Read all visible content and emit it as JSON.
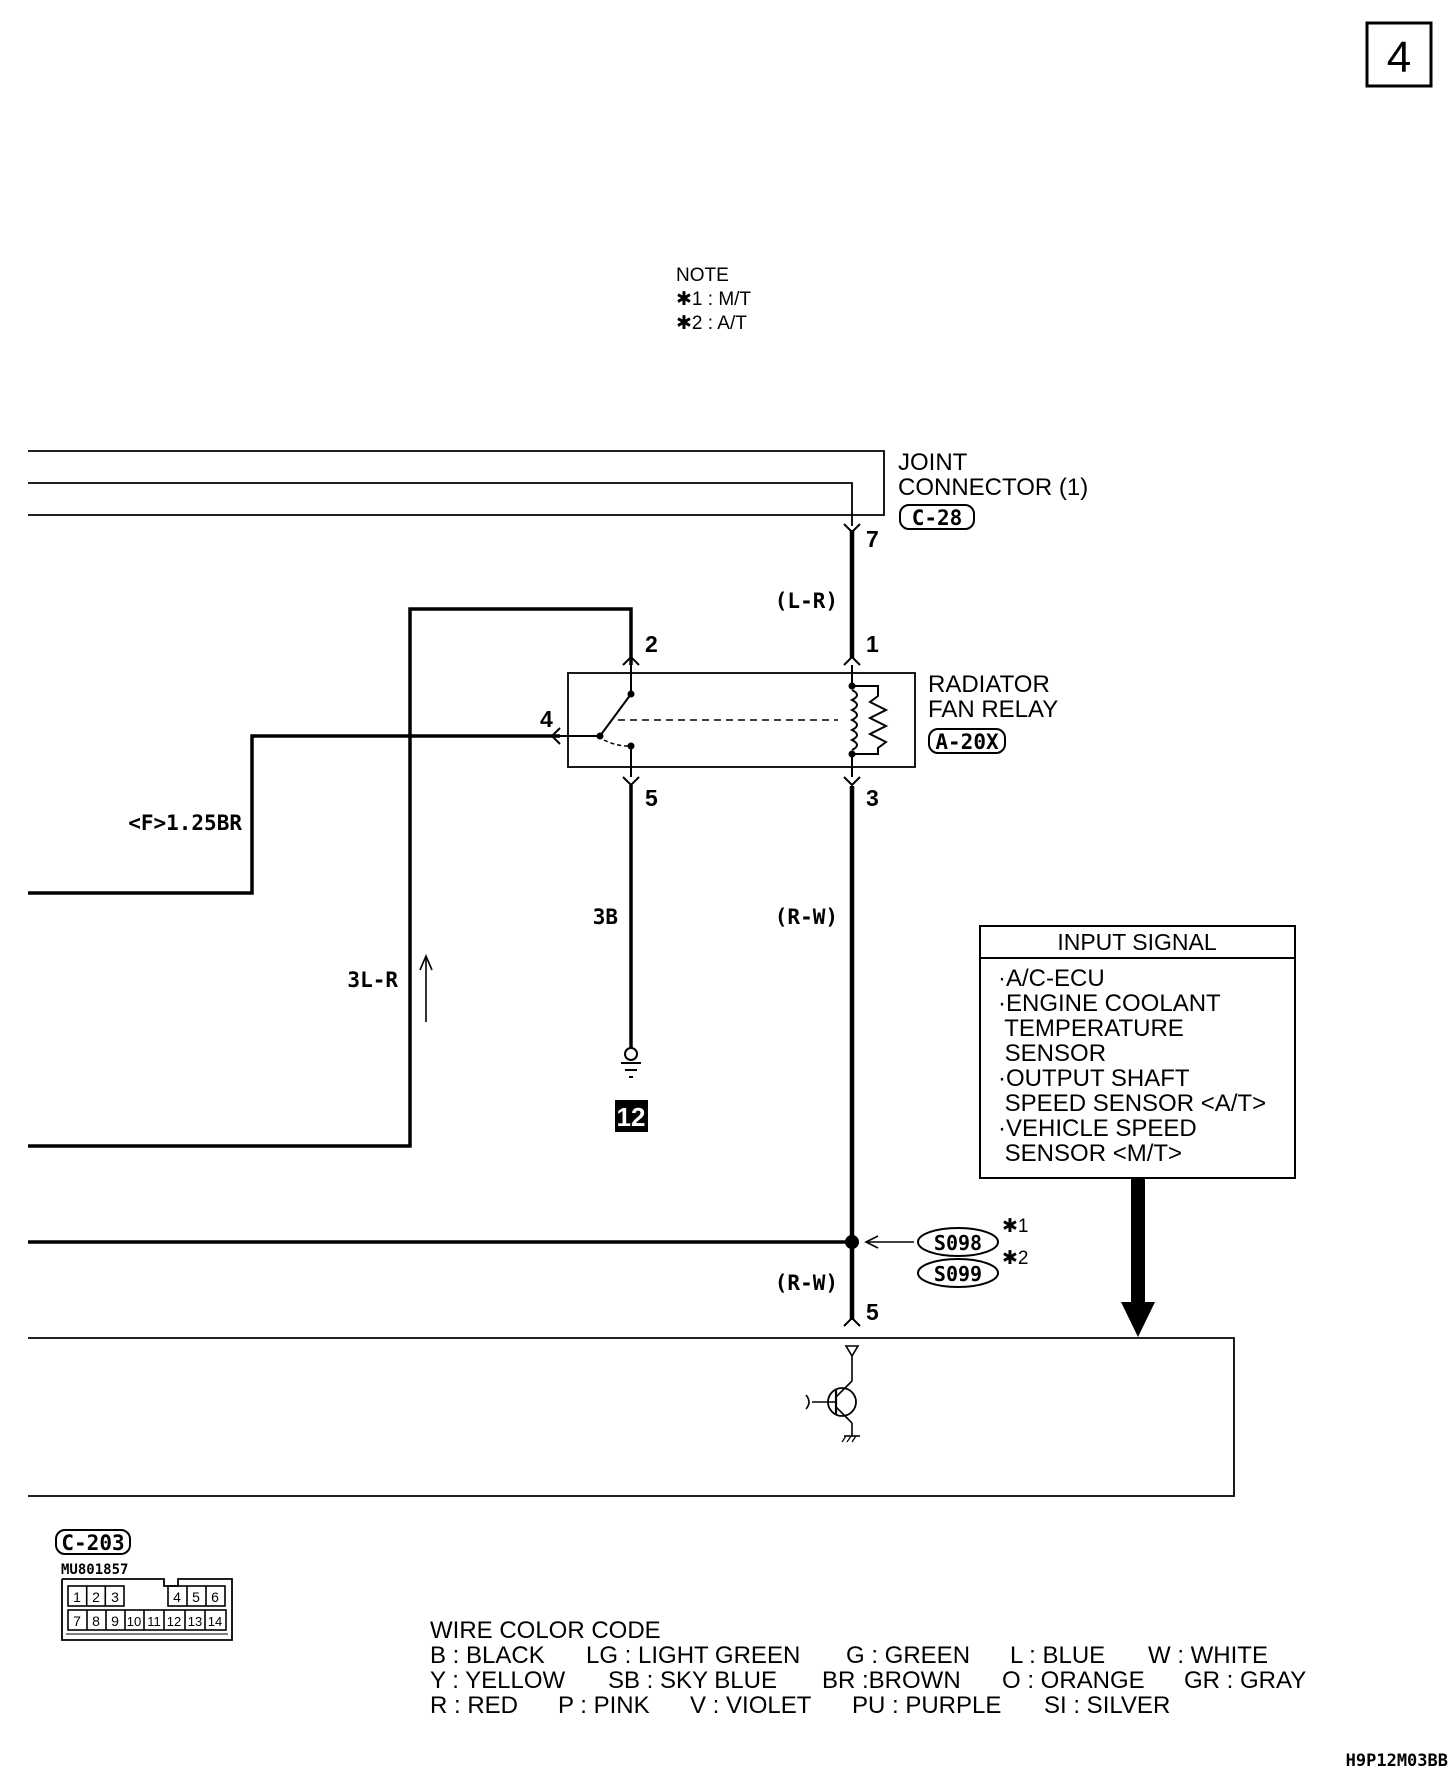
{
  "page_number": "4",
  "note": {
    "title": "NOTE",
    "lines": [
      "✱1 : M/T",
      "✱2 : A/T"
    ]
  },
  "joint_connector": {
    "line1": "JOINT",
    "line2": "CONNECTOR (1)",
    "code": "C-28",
    "pin": "7"
  },
  "relay": {
    "line1": "RADIATOR",
    "line2": "FAN RELAY",
    "code": "A-20X",
    "pins": {
      "p1": "1",
      "p2": "2",
      "p3": "3",
      "p4": "4",
      "p5": "5"
    }
  },
  "wires": {
    "l_r": "(L-R)",
    "r_w_upper": "(R-W)",
    "r_w_lower": "(R-W)",
    "b3": "3B",
    "lr3": "3L-R",
    "br": "<F>1.25BR"
  },
  "ground": {
    "number": "12"
  },
  "splice": {
    "s1": "S098",
    "s1_note": "✱1",
    "s2": "S099",
    "s2_note": "✱2"
  },
  "ecu_pin": "5",
  "input_signal": {
    "title": "INPUT SIGNAL",
    "lines": [
      "·A/C-ECU",
      "·ENGINE COOLANT",
      " TEMPERATURE",
      " SENSOR",
      "·OUTPUT SHAFT",
      " SPEED SENSOR <A/T>",
      "·VEHICLE SPEED",
      " SENSOR <M/T>"
    ]
  },
  "connector_c203": {
    "code": "C-203",
    "part": "MU801857",
    "row1": [
      "1",
      "2",
      "3",
      "",
      "4",
      "5",
      "6"
    ],
    "row2": [
      "7",
      "8",
      "9",
      "10",
      "11",
      "12",
      "13",
      "14"
    ]
  },
  "wire_color_code": {
    "title": "WIRE COLOR CODE",
    "row1": [
      "B : BLACK",
      "LG : LIGHT GREEN",
      "G : GREEN",
      "L : BLUE",
      "W : WHITE"
    ],
    "row2": [
      "Y : YELLOW",
      "SB : SKY BLUE",
      "BR :BROWN",
      "O : ORANGE",
      "GR : GRAY"
    ],
    "row3": [
      "R : RED",
      "P : PINK",
      "V : VIOLET",
      "PU : PURPLE",
      "SI : SILVER"
    ]
  },
  "figure_id": "H9P12M03BB"
}
